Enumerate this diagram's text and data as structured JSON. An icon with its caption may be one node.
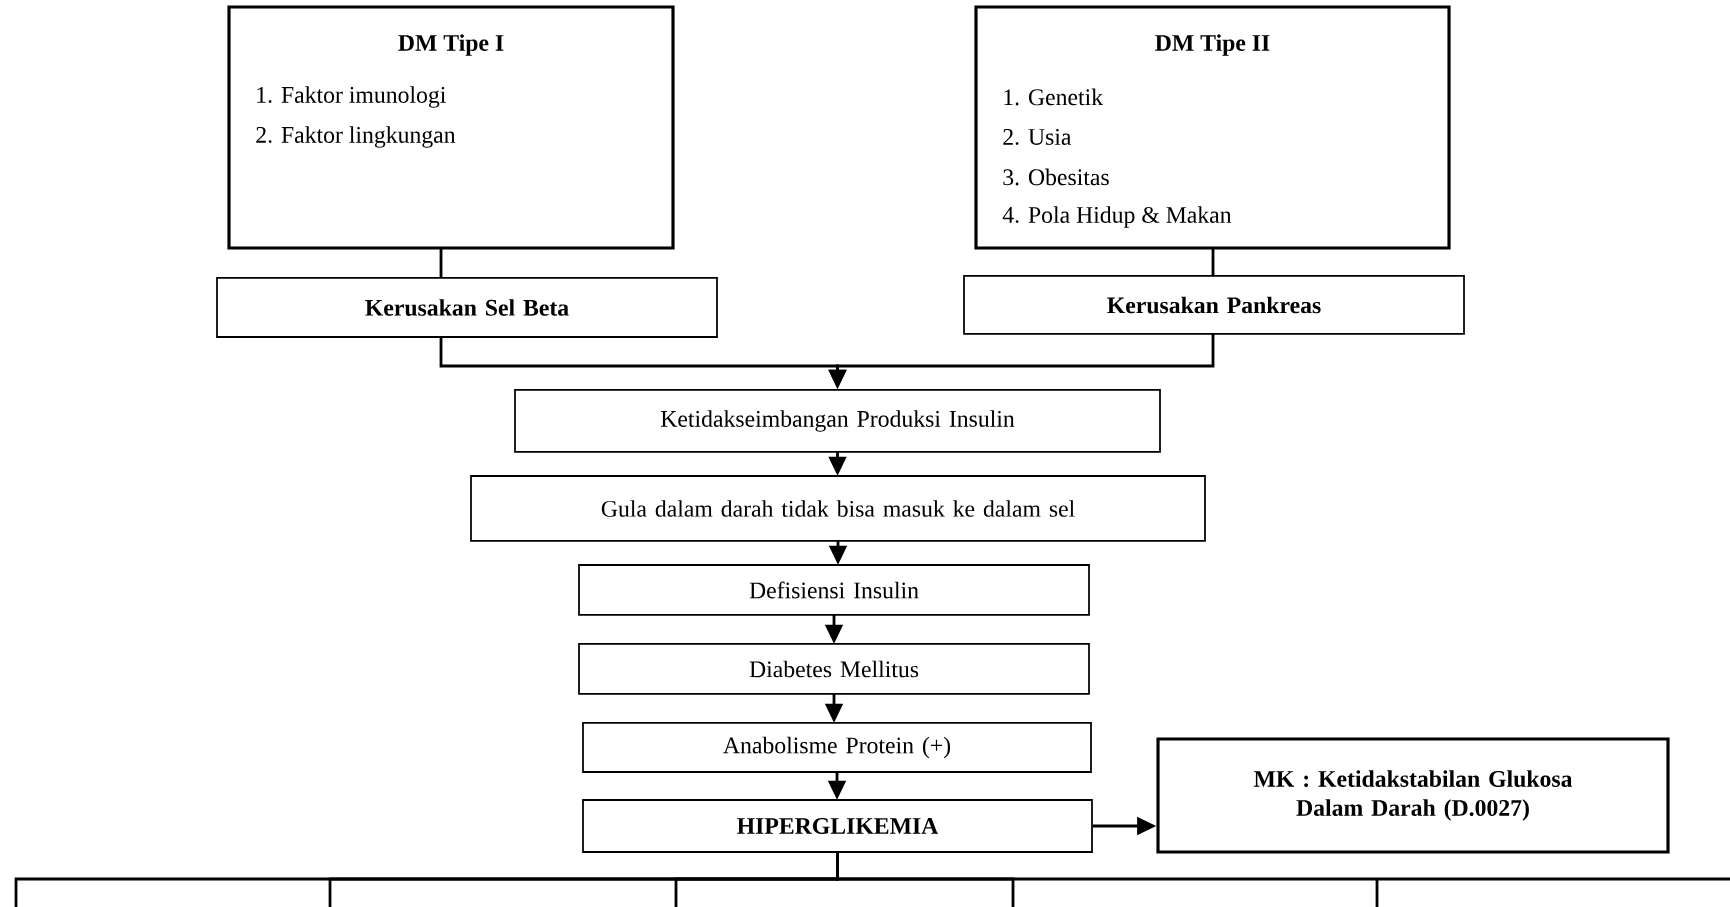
{
  "diagram": {
    "nodes": [
      {
        "text": [
          "DM Tipe I",
          "1. Faktor imunologi",
          "2. Faktor lingkungan"
        ]
      },
      {
        "text": [
          "DM Tipe II",
          "1. Genetik",
          "2. Usia",
          "3. Obesitas",
          "4. Pola Hidup & Makan"
        ]
      },
      {
        "text": [
          "Kerusakan Sel Beta"
        ]
      },
      {
        "text": [
          "Kerusakan Pankreas"
        ]
      },
      {
        "text": [
          "Ketidakseimbangan Produksi Insulin"
        ]
      },
      {
        "text": [
          "Gula dalam darah tidak bisa masuk ke dalam sel"
        ]
      },
      {
        "text": [
          "Defisiensi Insulin"
        ]
      },
      {
        "text": [
          "Diabetes Mellitus"
        ]
      },
      {
        "text": [
          "Anabolisme Protein (+)"
        ]
      },
      {
        "text": [
          "HIPERGLIKEMIA"
        ]
      },
      {
        "text": [
          "MK : Ketidakstabilan Glukosa Dalam Darah (D.0027)"
        ]
      }
    ],
    "edges": [
      {
        "from": 0,
        "to": 2,
        "arrow": "none"
      },
      {
        "from": 1,
        "to": 3,
        "arrow": "none"
      },
      {
        "from": 2,
        "to": 4,
        "arrow": "to"
      },
      {
        "from": 3,
        "to": 4,
        "arrow": "to"
      },
      {
        "from": 4,
        "to": 5,
        "arrow": "to"
      },
      {
        "from": 5,
        "to": 6,
        "arrow": "to"
      },
      {
        "from": 6,
        "to": 7,
        "arrow": "to"
      },
      {
        "from": 7,
        "to": 8,
        "arrow": "to"
      },
      {
        "from": 8,
        "to": 9,
        "arrow": "to"
      },
      {
        "from": 9,
        "to": 10,
        "arrow": "to"
      },
      {
        "from": 9,
        "to": null,
        "arrow": "none"
      },
      {
        "from": 9,
        "to": null,
        "arrow": "none"
      },
      {
        "from": 9,
        "to": null,
        "arrow": "none"
      },
      {
        "from": 9,
        "to": null,
        "arrow": "none"
      },
      {
        "from": 9,
        "to": null,
        "arrow": "none"
      }
    ]
  }
}
